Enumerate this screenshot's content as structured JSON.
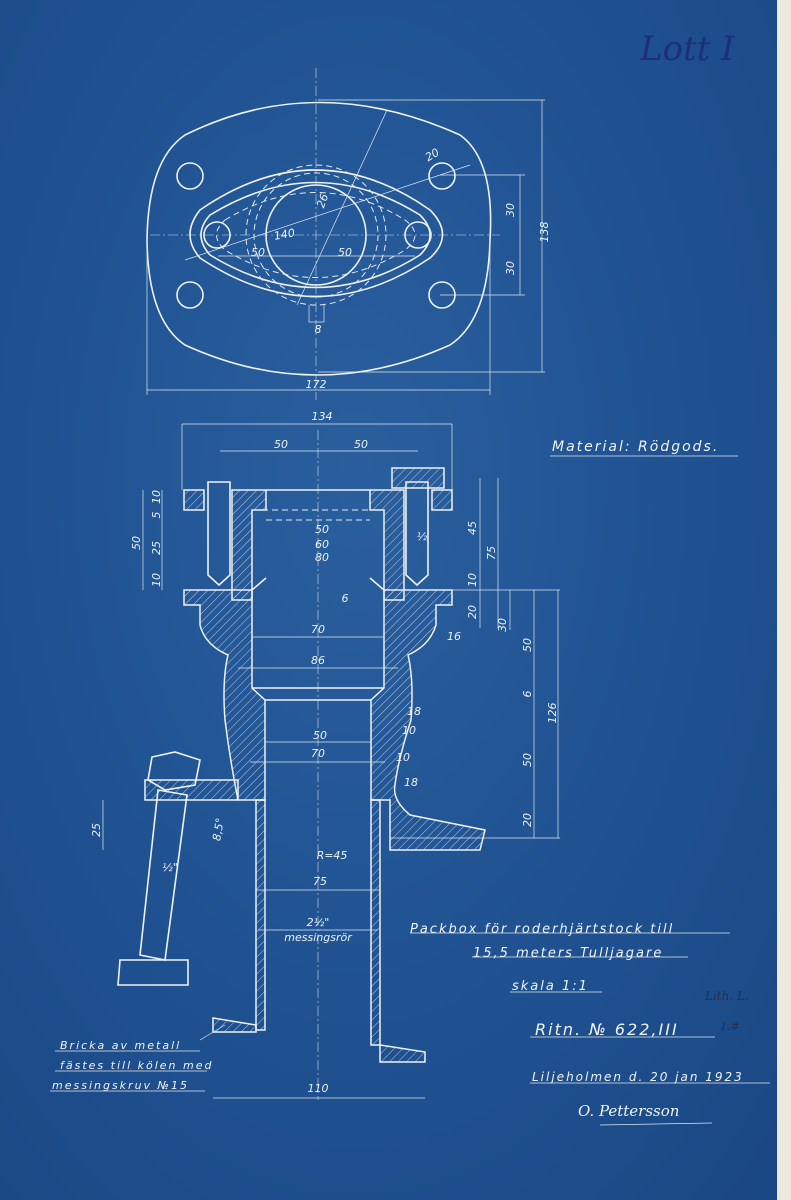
{
  "annotation_handwritten": "Lott I",
  "material": "Material: Rödgods.",
  "title_line1": "Packbox för roderhjärtstock till",
  "title_line2": "15,5 meters Tulljagare",
  "scale": "skala 1:1",
  "drawing_number": "Ritn. № 622,III",
  "pencil_note_1": "Lith. L.",
  "pencil_note_2": "1.#",
  "place_date": "Liljeholmen d. 20 jan 1923",
  "signature": "O. Pettersson",
  "note": [
    "Bricka av metall",
    "fästes till kölen med",
    "messingskruv №15"
  ],
  "pipe_label": {
    "size": "2½\"",
    "material": "messingsrör"
  },
  "dimensions_top_view": [
    "172",
    "134",
    "138",
    "30",
    "30",
    "20",
    "26",
    "140",
    "50",
    "50",
    "8"
  ],
  "dimensions_section": [
    "50",
    "50",
    "10",
    "5",
    "25",
    "10",
    "50",
    "50",
    "60",
    "80",
    "½",
    "45",
    "75",
    "10",
    "20",
    "30",
    "16",
    "6",
    "70",
    "86",
    "50",
    "6",
    "126",
    "18",
    "10",
    "50",
    "70",
    "10",
    "18",
    "50",
    "20",
    "8,5°",
    "25",
    "R=45",
    "75",
    "½\"",
    "110"
  ],
  "colors": {
    "paper": "#1f5191",
    "lines": "#eef2f2",
    "ink_handwritten": "#1b2f7a"
  }
}
